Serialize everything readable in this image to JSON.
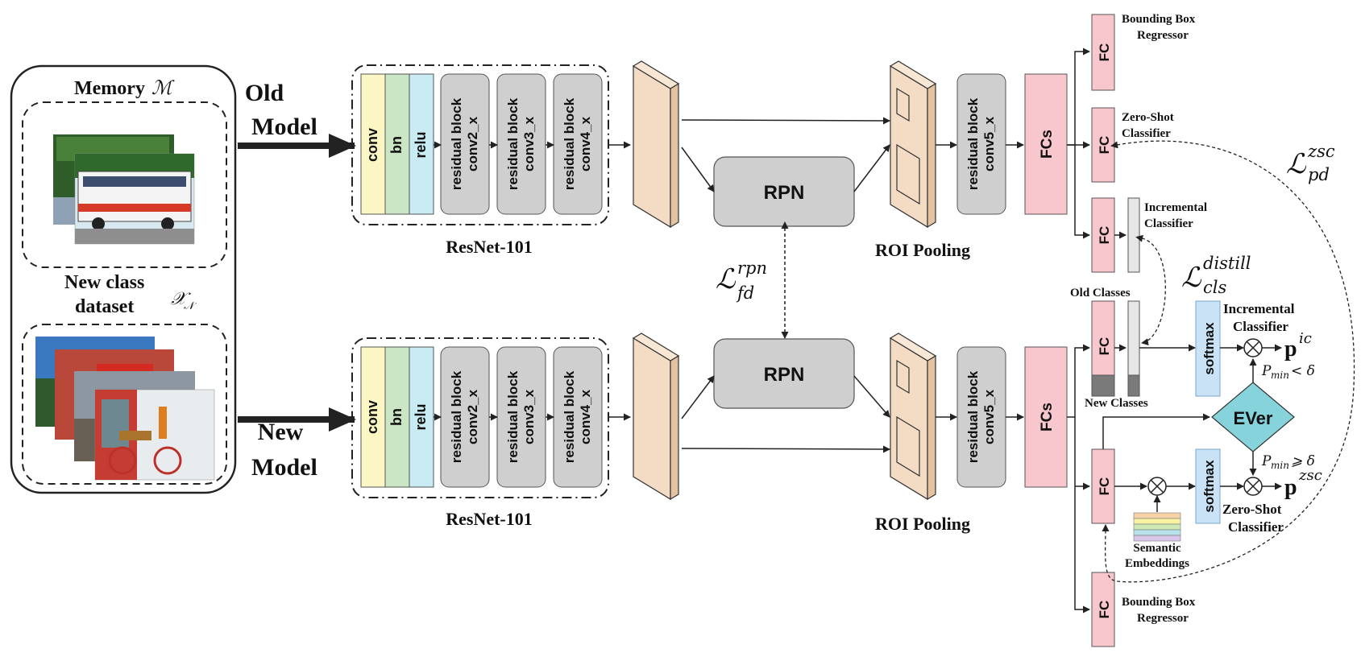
{
  "left_panel": {
    "memory_label": "Memory",
    "memory_symbol": "ℳ",
    "dataset_label_line1": "New class",
    "dataset_label_line2": "dataset",
    "dataset_symbol": "𝒳",
    "dataset_symbol_sub": "𝒩"
  },
  "old_model_line1": "Old",
  "old_model_line2": "Model",
  "new_model_line1": "New",
  "new_model_line2": "Model",
  "backbone": {
    "label": "ResNet-101",
    "conv": "conv",
    "bn": "bn",
    "relu": "relu",
    "rb_line1": "residual block",
    "stage2": "conv2_x",
    "stage3": "conv3_x",
    "stage4": "conv4_x",
    "stage5": "conv5_x"
  },
  "rpn_label": "RPN",
  "roi_pooling_label": "ROI Pooling",
  "fcs_label": "FCs",
  "fc_label": "FC",
  "heads": {
    "bbox_line1": "Bounding Box",
    "bbox_line2": "Regressor",
    "zs_line1": "Zero-Shot",
    "zs_line2": "Classifier",
    "inc_line1": "Incremental",
    "inc_line2": "Classifier",
    "old_classes": "Old Classes",
    "new_classes": "New Classes",
    "softmax": "softmax",
    "ever": "EVer",
    "semantic_line1": "Semantic",
    "semantic_line2": "Embeddings"
  },
  "losses": {
    "L": "ℒ",
    "fd_sup": "rpn",
    "fd_sub": "fd",
    "distill_sup": "distill",
    "distill_sub": "cls",
    "pd_sup": "zsc",
    "pd_sub": "pd"
  },
  "outputs": {
    "p": "p",
    "p_ic_sup": "ic",
    "p_zsc_sup": "zsc",
    "pmin_lt": "P",
    "pmin_sub": "min",
    "cond_lt": "< δ",
    "cond_ge": "⩾ δ"
  },
  "colors": {
    "conv": "#fbf6c4",
    "bn": "#cbe6c4",
    "relu": "#c9ecf4",
    "residual": "#cfcfcf",
    "feature_map": "#f3dcc3",
    "fc": "#f8c6cd",
    "softmax": "#c9e2f6",
    "ever": "#86d3dc"
  }
}
